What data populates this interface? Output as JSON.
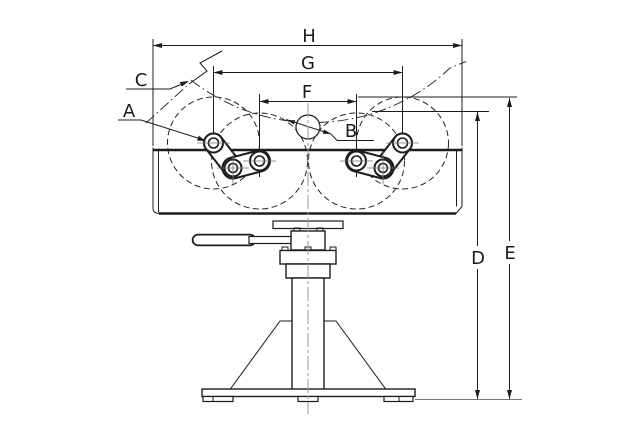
{
  "diagram": {
    "description": "Technical line drawing of a pedestal pipe roller stand with dimension labels",
    "labels": {
      "a": "A",
      "b": "B",
      "c": "C",
      "d": "D",
      "e": "E",
      "f": "F",
      "g": "G",
      "h": "H"
    }
  },
  "colors": {
    "line": "#1c1c1c",
    "centerline": "#999999",
    "background": "#ffffff"
  }
}
